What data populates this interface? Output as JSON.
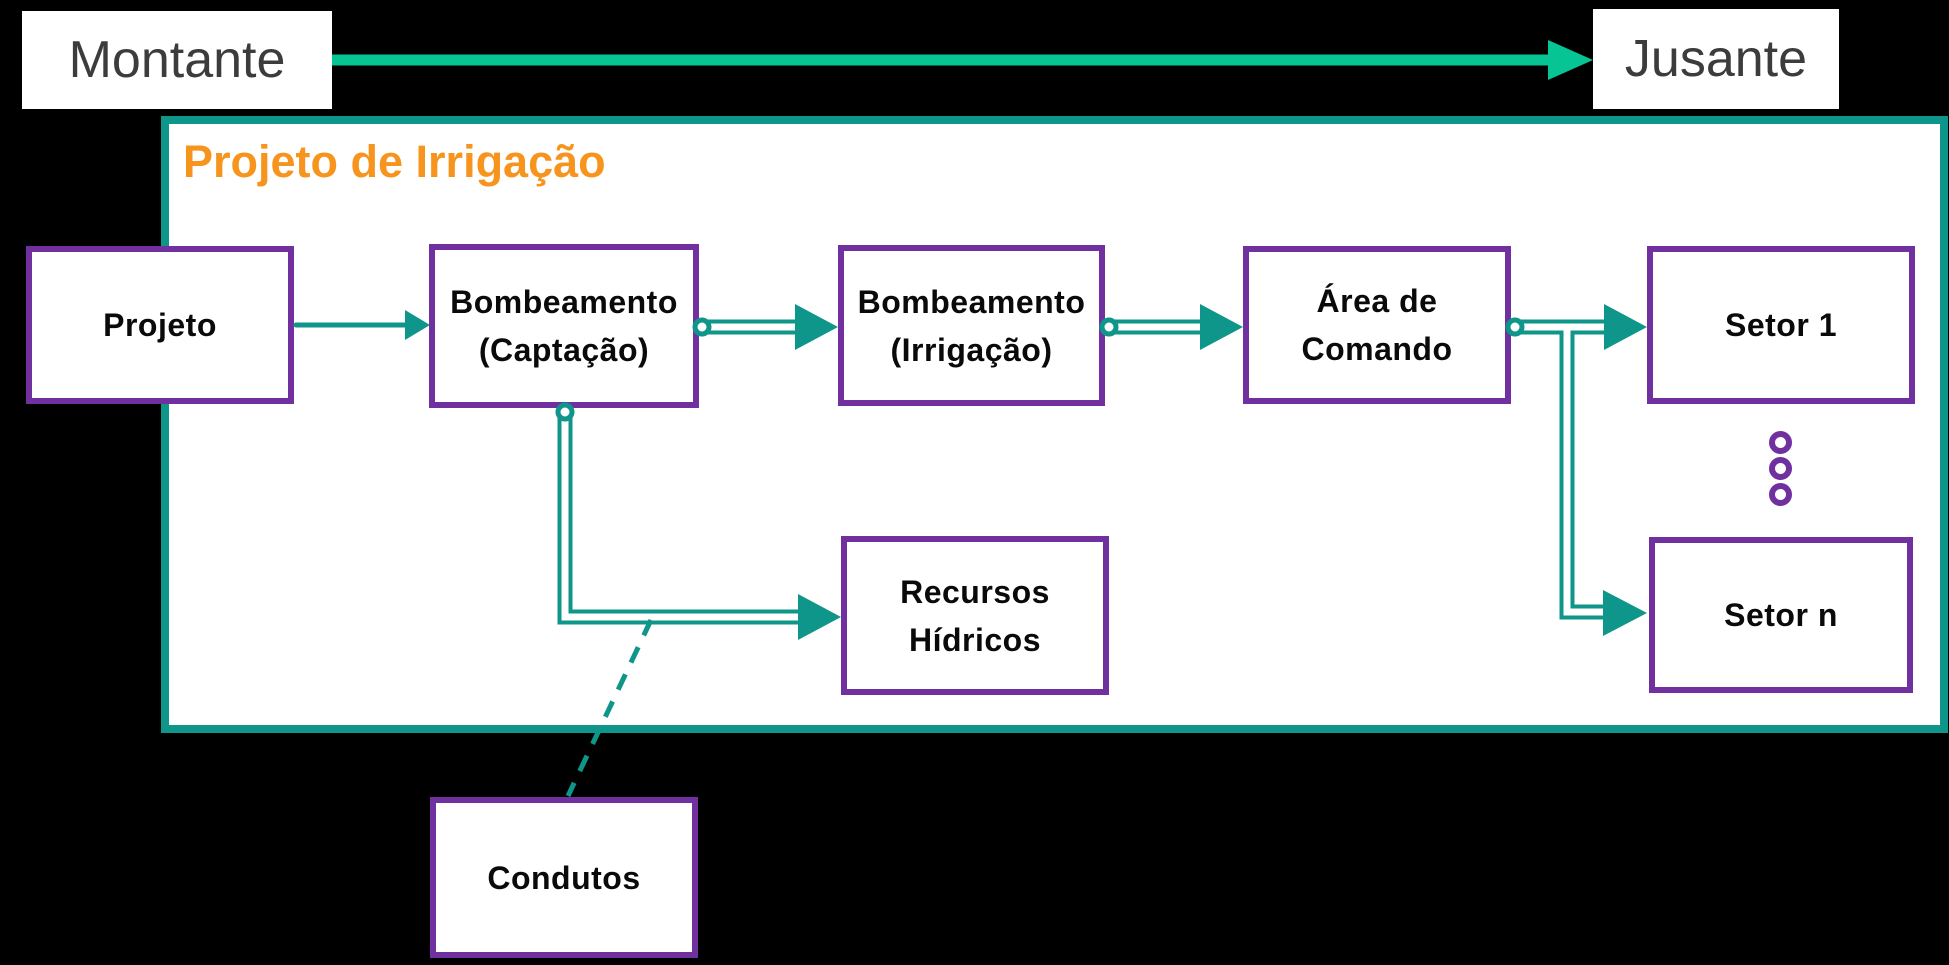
{
  "flow": {
    "left_label": "Montante",
    "right_label": "Jusante"
  },
  "container": {
    "title": "Projeto de Irrigação"
  },
  "nodes": {
    "projeto": {
      "label": "Projeto"
    },
    "bombeamento_captacao": {
      "label": "Bombeamento\n(Captação)"
    },
    "bombeamento_irrigacao": {
      "label": "Bombeamento\n(Irrigação)"
    },
    "area_comando": {
      "label": "Área de\nComando"
    },
    "setor_1": {
      "label": "Setor 1"
    },
    "setor_n": {
      "label": "Setor n"
    },
    "recursos_hidricos": {
      "label": "Recursos\nHídricos"
    },
    "condutos": {
      "label": "Condutos"
    }
  },
  "colors": {
    "background": "#000000",
    "teal": "#0F968A",
    "bright_green": "#06C494",
    "purple": "#7030A0",
    "orange": "#F7941D",
    "label_gray": "#3C3C3C"
  }
}
